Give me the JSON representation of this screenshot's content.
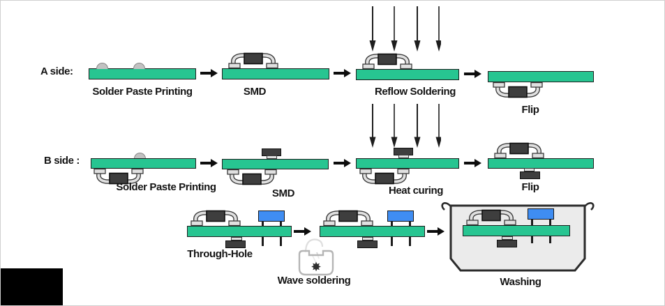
{
  "rows": [
    {
      "side_label": "A side:",
      "steps": [
        "Solder Paste Printing",
        "SMD",
        "Reflow Soldering",
        "Flip"
      ]
    },
    {
      "side_label": "B side :",
      "steps": [
        "Solder Paste Printing",
        "SMD",
        "Heat curing",
        "Flip"
      ]
    },
    {
      "side_label": "",
      "steps": [
        "Through-Hole",
        "Wave soldering",
        "Washing"
      ]
    }
  ],
  "icons": {
    "wave_gear": "✸"
  },
  "colors": {
    "board_green": "#27c591",
    "component_dark": "#3e3e3e",
    "lead_gray": "#e0e0e0",
    "through_hole_blue": "#3f8df2",
    "tank_gray": "#ebebeb",
    "arrow_black": "#0d0d0d"
  }
}
